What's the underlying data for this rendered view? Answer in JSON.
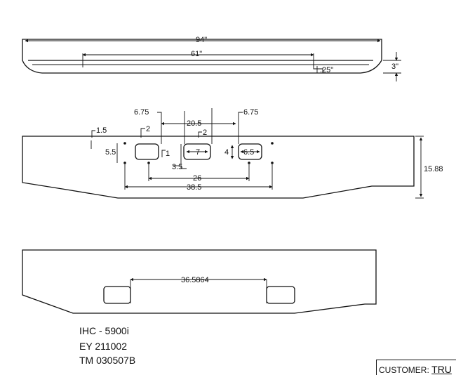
{
  "top_view": {
    "overall_length": "94\"",
    "inner_length": "61\"",
    "height": "3\"",
    "end_offset": ".25\""
  },
  "front_view": {
    "height": "15.88",
    "dims": {
      "left_offset": "1.5",
      "left_slot_offset": "6.75",
      "left_slot_width": "2",
      "hole_spacing_vertical": "5.5",
      "slot_gap": "1",
      "center_gap": "3.5",
      "center_slot_span": "20.5",
      "center_slot_height": "2",
      "center_slot_width": "7",
      "right_slot_height": "4",
      "right_slot_width": "6.5",
      "right_slot_offset": "6.75",
      "inner_hole_span": "26",
      "outer_hole_span": "38.5"
    }
  },
  "back_view": {
    "cutout_span": "36.5864"
  },
  "info": {
    "model": "IHC - 5900i",
    "ey": "EY 211002",
    "tm": "TM 030507B"
  },
  "customer": {
    "label": "CUSTOMER:",
    "value": "TRU"
  }
}
